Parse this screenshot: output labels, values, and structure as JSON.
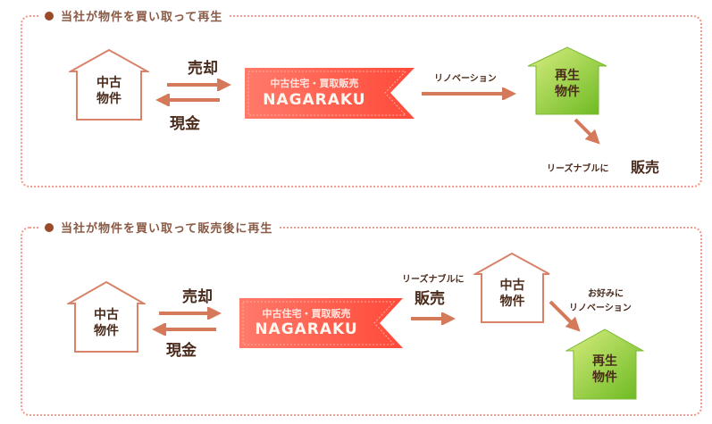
{
  "section1": {
    "heading": "当社が物件を買い取って再生",
    "house_used": [
      "中古",
      "物件"
    ],
    "sell_label": "売却",
    "cash_label": "現金",
    "ribbon_sub": "中古住宅・買取販売",
    "ribbon_brand": "NAGARAKU",
    "renovation_label": "リノベーション",
    "house_renewed": [
      "再生",
      "物件"
    ],
    "reasonable_label": "リーズナブルに",
    "sale_label": "販売"
  },
  "section2": {
    "heading": "当社が物件を買い取って販売後に再生",
    "house_used": [
      "中古",
      "物件"
    ],
    "sell_label": "売却",
    "cash_label": "現金",
    "ribbon_sub": "中古住宅・買取販売",
    "ribbon_brand": "NAGARAKU",
    "reasonable_label": "リーズナブルに",
    "sale_label": "販売",
    "house_used2": [
      "中古",
      "物件"
    ],
    "preference_label": "お好みに",
    "renovation_label": "リノベーション",
    "house_renewed": [
      "再生",
      "物件"
    ]
  },
  "colors": {
    "arrow": "#d47a5a",
    "ribbon": "#ff5a4a",
    "green": "#8cc63f",
    "outline": "#d9826a"
  }
}
